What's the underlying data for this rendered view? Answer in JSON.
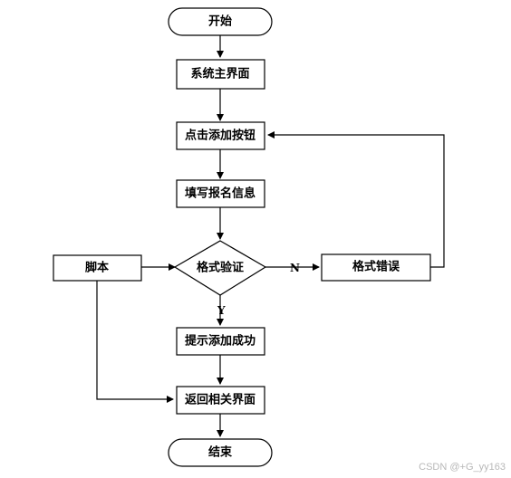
{
  "diagram": {
    "nodes": {
      "start": "开始",
      "main_ui": "系统主界面",
      "click_add": "点击添加按钮",
      "fill_info": "填写报名信息",
      "validate": "格式验证",
      "format_error": "格式错误",
      "script": "脚本",
      "success": "提示添加成功",
      "return_ui": "返回相关界面",
      "end": "结束"
    },
    "edge_labels": {
      "no": "N",
      "yes": "Y"
    }
  },
  "watermark": "CSDN @+G_yy163"
}
